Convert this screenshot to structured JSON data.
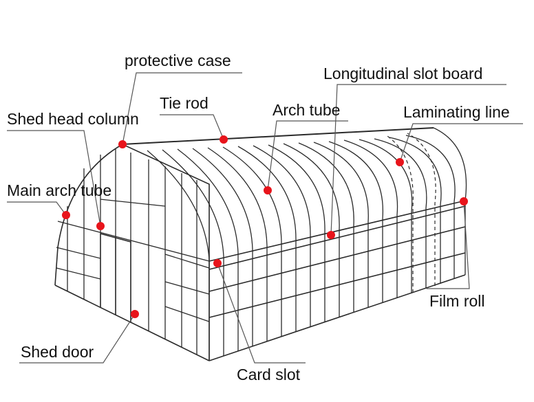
{
  "diagram": {
    "labels": {
      "protective_case": "protective case",
      "longitudinal_slot_board": "Longitudinal slot board",
      "tie_rod": "Tie rod",
      "arch_tube": "Arch tube",
      "laminating_line": "Laminating line",
      "shed_head_column": "Shed head column",
      "main_arch_tube": "Main arch tube",
      "film_roll": "Film roll",
      "shed_door": "Shed door",
      "card_slot": "Card slot"
    },
    "colors": {
      "marker": "#e8141b",
      "line": "#2a2a2a",
      "text": "#111111"
    }
  }
}
